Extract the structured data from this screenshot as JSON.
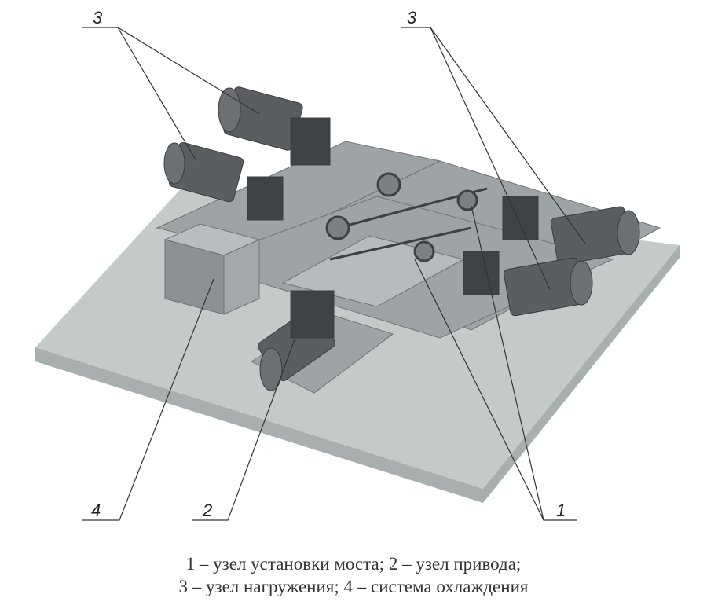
{
  "callouts": {
    "label_3_left": "3",
    "label_3_right": "3",
    "label_1": "1",
    "label_2": "2",
    "label_4": "4"
  },
  "caption": {
    "line1": "1 – узел установки моста; 2 – узел привода;",
    "line2": "3 – узел нагружения; 4 – система охлаждения"
  },
  "colors": {
    "plate_top": "#c4c9ca",
    "plate_edge": "#a9aeaf",
    "motor": "#5a5e60",
    "frame": "#9ea3a5"
  }
}
